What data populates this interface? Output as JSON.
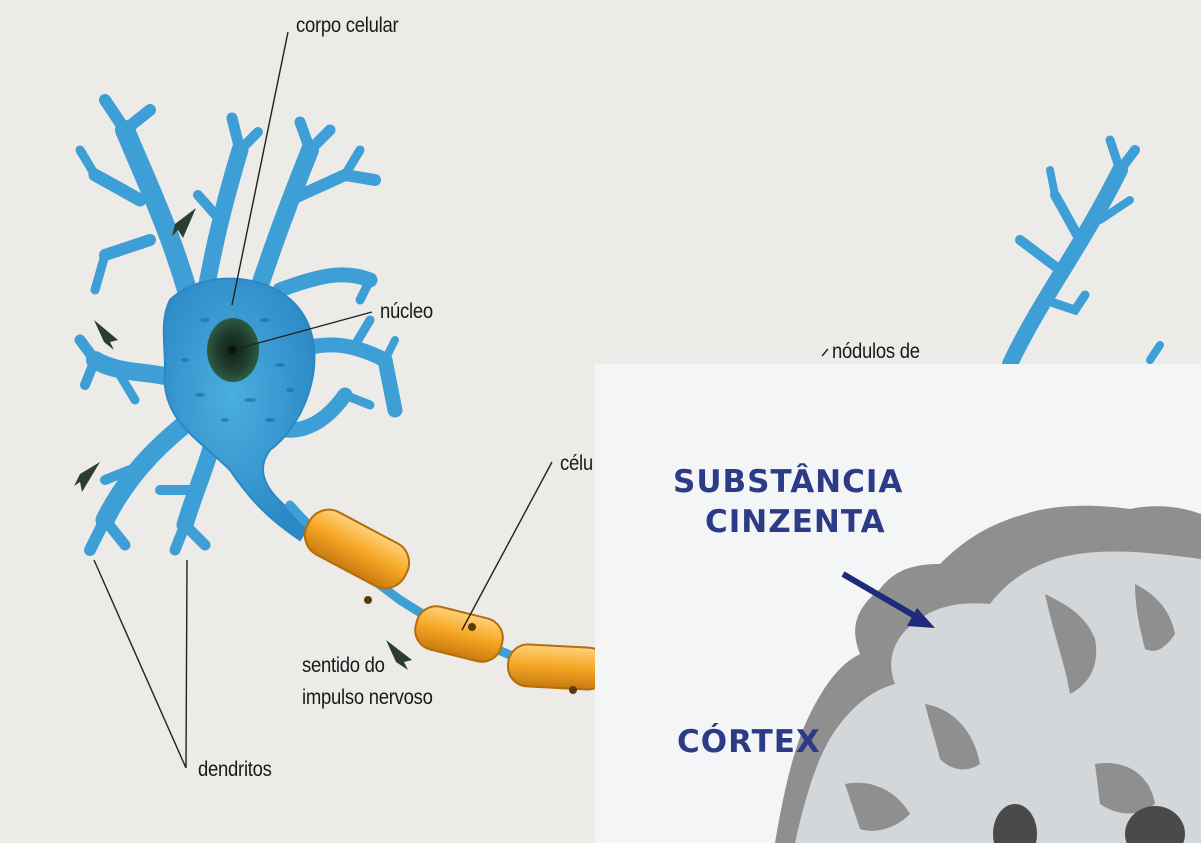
{
  "neuron": {
    "labels": {
      "corpo_celular": "corpo celular",
      "nucleo": "núcleo",
      "nodulos": "nódulos de",
      "celula": "célu",
      "sentido_line1": "sentido do",
      "sentido_line2": "impulso nervoso",
      "dendritos": "dendritos"
    },
    "colors": {
      "dendrite": "#3d9fd6",
      "dendrite_dark": "#1f6fa8",
      "nucleus": "#1f3d2e",
      "myelin": "#f5a623",
      "myelin_dark": "#c97a10",
      "arrow": "#2c3d2f"
    }
  },
  "inset": {
    "labels": {
      "substancia_line1": "SUBSTÂNCIA",
      "substancia_line2": "CINZENTA",
      "cortex": "CÓRTEX"
    },
    "colors": {
      "label": "#2b3b86",
      "arrow": "#1e2a7a",
      "gray_matter": "#8f8f8f",
      "white_matter": "#d4d7da",
      "background": "#f4f5f7"
    }
  }
}
